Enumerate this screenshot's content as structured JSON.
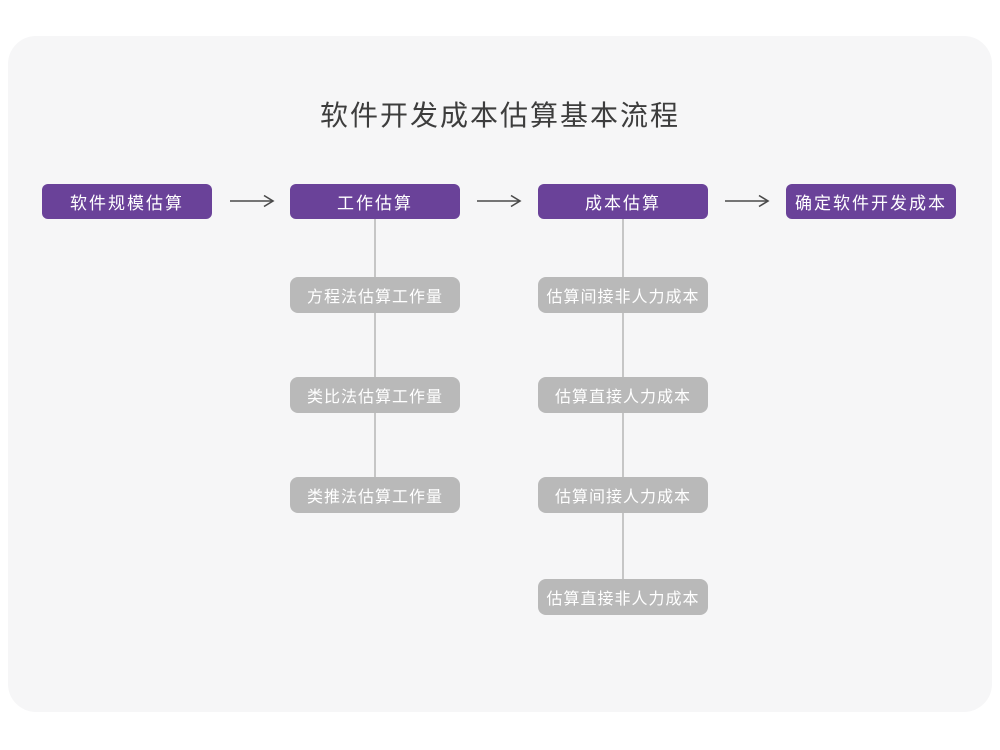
{
  "title": "软件开发成本估算基本流程",
  "flow": {
    "steps": [
      {
        "label": "软件规模估算"
      },
      {
        "label": "工作估算"
      },
      {
        "label": "成本估算"
      },
      {
        "label": "确定软件开发成本"
      }
    ]
  },
  "branches": {
    "work_estimation": {
      "items": [
        "方程法估算工作量",
        "类比法估算工作量",
        "类推法估算工作量"
      ]
    },
    "cost_estimation": {
      "items": [
        "估算间接非人力成本",
        "估算直接人力成本",
        "估算间接人力成本",
        "估算直接非人力成本"
      ]
    }
  },
  "colors": {
    "page_bg": "#ffffff",
    "card_bg": "#f6f6f7",
    "title_text": "#3d3d3d",
    "step_bg": "#6a4299",
    "sub_bg": "#b9b9b9",
    "text_on_box": "#ffffff",
    "arrow": "#4a4a4a",
    "connector": "#c6c6c6"
  }
}
